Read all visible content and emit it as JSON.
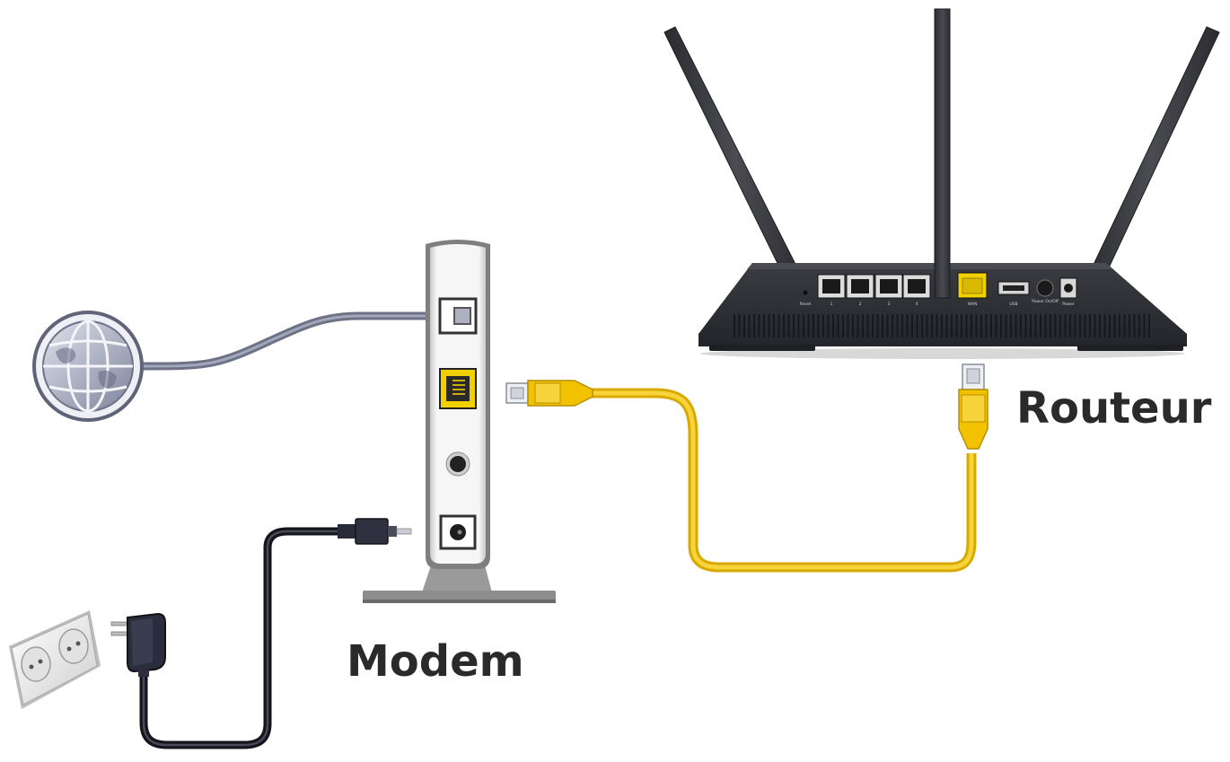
{
  "labels": {
    "modem": "Modem",
    "router": "Routeur"
  },
  "router_ports": {
    "reset": "Reset",
    "lan": [
      "1",
      "2",
      "3",
      "4"
    ],
    "wan": "WAN",
    "usb": "USB",
    "power_switch": "Power On/Off",
    "power": "Power"
  },
  "colors": {
    "ethernet_cable": "#f2c100",
    "phone_cable": "#7e8297",
    "power_cable": "#1b1b26",
    "router_body": "#2d2f33",
    "modem_body": "#f1f1f1",
    "globe": "#8f95ab"
  },
  "icons": [
    "globe-icon",
    "wall-outlet-icon",
    "power-adapter-icon"
  ]
}
